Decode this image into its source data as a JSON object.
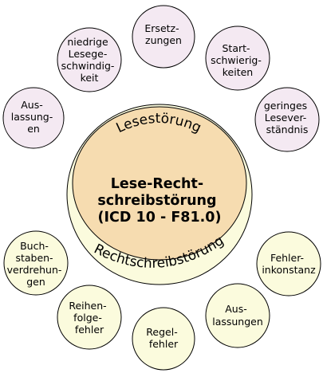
{
  "colors": {
    "lese_fill": "#f4e9f2",
    "recht_fill": "#fbfbdd",
    "inner_fill": "#f6dcb0",
    "stroke": "#000000"
  },
  "center": {
    "top_arc_label": "Lesestörung",
    "bottom_arc_label": "Rechtschreibstörung",
    "title_lines": [
      "Lese-Recht-",
      "schreibstörung",
      "(ICD 10 - F81.0)"
    ]
  },
  "lese_symptoms": [
    {
      "lines": [
        "Ersetz-",
        "zungen"
      ]
    },
    {
      "lines": [
        "Start-",
        "schwierig-",
        "keiten"
      ]
    },
    {
      "lines": [
        "geringes",
        "Lesever-",
        "ständnis"
      ]
    },
    {
      "lines": [
        "Aus-",
        "lassung-",
        "en"
      ]
    },
    {
      "lines": [
        "niedrige",
        "Lesege-",
        "schwindig-",
        "keit"
      ]
    }
  ],
  "recht_symptoms": [
    {
      "lines": [
        "Fehler-",
        "inkonstanz"
      ]
    },
    {
      "lines": [
        "Aus-",
        "lassungen"
      ]
    },
    {
      "lines": [
        "Regel-",
        "fehler"
      ]
    },
    {
      "lines": [
        "Reihen-",
        "folge-",
        "fehler"
      ]
    },
    {
      "lines": [
        "Buch-",
        "staben-",
        "verdrehun-",
        "gen"
      ]
    }
  ]
}
